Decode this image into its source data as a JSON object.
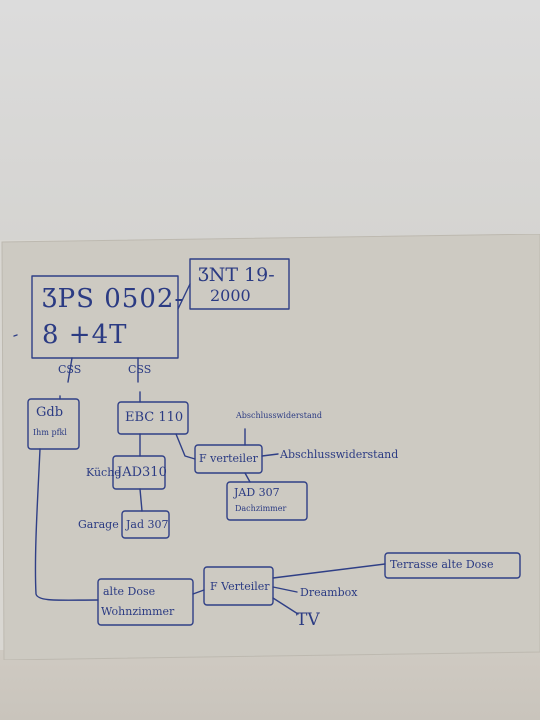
{
  "nodes": {
    "main_unit": {
      "line1": "ƷPS 0502-",
      "line2": "8 +4T"
    },
    "power_unit": {
      "line1": "ƷNT 19-",
      "line2": "2000"
    },
    "gdb": {
      "line1": "Gdb",
      "line2": "Ihm pfkl"
    },
    "ebc": {
      "label": "EBC 110"
    },
    "jad310": {
      "label": "JAD310"
    },
    "jad307_top": {
      "label": "Jad 307"
    },
    "f_verteiler_top": {
      "label": "F verteiler"
    },
    "jad307_right": {
      "line1": "JAD 307",
      "line2": "Dachzimmer"
    },
    "alte_dose": {
      "line1": "alte Dose",
      "line2": "Wohnzimmer"
    },
    "f_verteiler_bottom": {
      "label": "F Verteiler"
    },
    "terrasse": {
      "label": "Terrasse alte Dose"
    }
  },
  "labels": {
    "css_left": "CSS",
    "css_mid": "CSS",
    "kueche": "Küche",
    "garage": "Garage",
    "abschluss_upper": "Abschlusswiderstand",
    "abschluss_right": "Abschlusswiderstand",
    "dreambox": "Dreambox",
    "tv": "TV"
  },
  "colors": {
    "ink": "#2f3f86",
    "paper": "#cfccc3"
  }
}
